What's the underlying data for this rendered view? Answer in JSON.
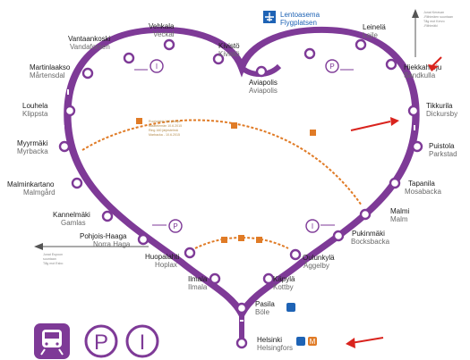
{
  "stations": [
    {
      "fi": "Vantaankoski",
      "sv": "Vandaforsen"
    },
    {
      "fi": "Vehkala",
      "sv": "Veckal"
    },
    {
      "fi": "Kivistö",
      "sv": "Kivistö"
    },
    {
      "fi": "Aviapolis",
      "sv": "Aviapolis"
    },
    {
      "fi": "Leinelä",
      "sv": "Lejle"
    },
    {
      "fi": "Hiekkaharju",
      "sv": "Sandkulla"
    },
    {
      "fi": "Martinlaakso",
      "sv": "Mårtensdal"
    },
    {
      "fi": "Louhela",
      "sv": "Klippsta"
    },
    {
      "fi": "Tikkurila",
      "sv": "Dickursby"
    },
    {
      "fi": "Myyrmäki",
      "sv": "Myrbacka"
    },
    {
      "fi": "Puistola",
      "sv": "Parkstad"
    },
    {
      "fi": "Malminkartano",
      "sv": "Malmgård"
    },
    {
      "fi": "Tapanila",
      "sv": "Mosabacka"
    },
    {
      "fi": "Kannelmäki",
      "sv": "Gamlas"
    },
    {
      "fi": "Malmi",
      "sv": "Malm"
    },
    {
      "fi": "Pohjois-Haaga",
      "sv": "Norra Haga"
    },
    {
      "fi": "Pukinmäki",
      "sv": "Bocksbacka"
    },
    {
      "fi": "Huopalahti",
      "sv": "Hoplax"
    },
    {
      "fi": "Oulunkylä",
      "sv": "Åggelby"
    },
    {
      "fi": "Ilmala",
      "sv": "Ilmala"
    },
    {
      "fi": "Käpylä",
      "sv": "Kottby"
    },
    {
      "fi": "Pasila",
      "sv": "Böle"
    },
    {
      "fi": "Helsinki",
      "sv": "Helsingfors"
    }
  ],
  "airport": {
    "fi": "Lentoasema",
    "sv": "Flygplatsen"
  },
  "notes": {
    "top_right": [
      "Junat Keravan",
      "-Riihimäen suuntaan",
      "Tåg mot Kervo",
      "-Riihimäki"
    ],
    "left": [
      "Junat Espoon",
      "suuntaan",
      "Tåg mot Esbo"
    ],
    "ring_rail": [
      "Ruoholahti 160 yhteys",
      "käsittelemän 10.6.2015",
      "Ring 160 järjestelmä",
      "Marbacka - 10.6.2015"
    ]
  },
  "legend": [
    {
      "name": "train"
    },
    {
      "letter": "P"
    },
    {
      "letter": "I"
    }
  ],
  "markers": {
    "park": "P",
    "info": "I",
    "metro": "M"
  },
  "colors": {
    "line": "#7e3a97",
    "orange": "#e07b26",
    "arrow": "#d9231d",
    "blue": "#1e63b5"
  },
  "icons": [
    "plane-icon",
    "train-icon",
    "parking-icon",
    "info-icon",
    "metro-icon",
    "red-arrow-icon"
  ]
}
